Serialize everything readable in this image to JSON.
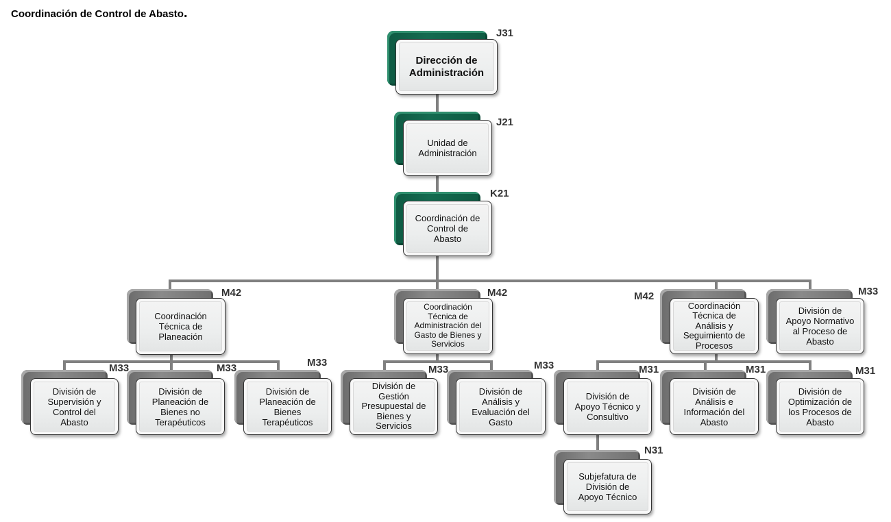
{
  "title": "Coordinación de Control de Abasto",
  "title_suffix": ".",
  "colors": {
    "accent_green": "#136b4f",
    "box_grey": "#7d7d7d",
    "connector": "#808080"
  },
  "nodes": {
    "direccion_admin": {
      "label": "Dirección de\nAdministración",
      "code": "J31"
    },
    "unidad_admin": {
      "label": "Unidad de\nAdministración",
      "code": "J21"
    },
    "coord_control_abasto": {
      "label": "Coordinación de\nControl de\nAbasto",
      "code": "K21"
    },
    "ct_planeacion": {
      "label": "Coordinación\nTécnica de\nPlaneación",
      "code": "M42"
    },
    "ct_admin_gasto": {
      "label": "Coordinación\nTécnica de\nAdministración del\nGasto de Bienes y\nServicios",
      "code": "M42"
    },
    "ct_analisis_seguimiento": {
      "label": "Coordinación\nTécnica de\nAnálisis y\nSeguimiento de\nProcesos",
      "code": "M42"
    },
    "div_apoyo_normativo": {
      "label": "División de\nApoyo Normativo\nal Proceso de\nAbasto",
      "code": "M33"
    },
    "div_supervision": {
      "label": "División de\nSupervisión y\nControl del\nAbasto",
      "code": "M33"
    },
    "div_plan_no_terap": {
      "label": "División de\nPlaneación de\nBienes no\nTerapéuticos",
      "code": "M33"
    },
    "div_plan_terap": {
      "label": "División de\nPlaneación de\nBienes\nTerapéuticos",
      "code": "M33"
    },
    "div_gestion_presup": {
      "label": "División de\nGestión\nPresupuestal de\nBienes y\nServicios",
      "code": "M33"
    },
    "div_analisis_gasto": {
      "label": "División de\nAnálisis y\nEvaluación del\nGasto",
      "code": "M33"
    },
    "div_apoyo_tecnico": {
      "label": "División de\nApoyo Técnico y\nConsultivo",
      "code": "M31"
    },
    "div_analisis_info": {
      "label": "División de\nAnálisis  e\nInformación del\nAbasto",
      "code": "M31"
    },
    "div_optimizacion": {
      "label": "División de\nOptimización de\nlos Procesos de\nAbasto",
      "code": "M31"
    },
    "subjefatura_apoyo": {
      "label": "Subjefatura de\nDivisión de\nApoyo Técnico",
      "code": "N31"
    }
  }
}
